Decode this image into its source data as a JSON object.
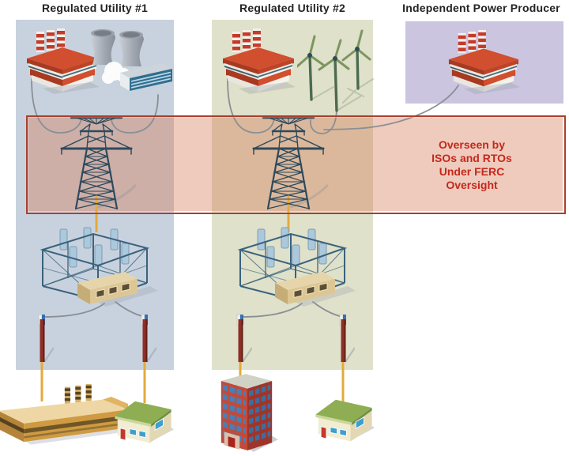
{
  "page": {
    "background_color": "#ffffff"
  },
  "columns": [
    {
      "label": "Regulated Utility #1",
      "panel_color": "#c8d2de",
      "generation_icons": [
        "coal-plant-icon",
        "cooling-towers-icon"
      ],
      "grid_icons": [
        "transmission-tower-icon",
        "substation-icon",
        "distribution-pole-icon",
        "distribution-pole-icon"
      ],
      "customer_icons": [
        "factory-icon",
        "house-icon"
      ]
    },
    {
      "label": "Regulated Utility #2",
      "panel_color": "#dfe1ca",
      "generation_icons": [
        "coal-plant-icon",
        "wind-turbines-icon"
      ],
      "grid_icons": [
        "transmission-tower-icon",
        "substation-icon",
        "distribution-pole-icon",
        "distribution-pole-icon"
      ],
      "customer_icons": [
        "office-building-icon",
        "house-icon"
      ]
    },
    {
      "label": "Independent Power Producer",
      "panel_color": "#cbc5e0",
      "generation_icons": [
        "coal-plant-icon"
      ],
      "grid_icons": [],
      "customer_icons": []
    }
  ],
  "oversight_box": {
    "lines": [
      "Overseen by",
      "ISOs and RTOs",
      "Under FERC",
      "Oversight"
    ],
    "text_color": "#c5281c",
    "border_color": "#a8402e",
    "fill_color": "rgba(213,118,82,0.38)"
  },
  "wires": {
    "power_line_color": "#8a8f96",
    "feeder_line_color": "#e3aa3c"
  }
}
